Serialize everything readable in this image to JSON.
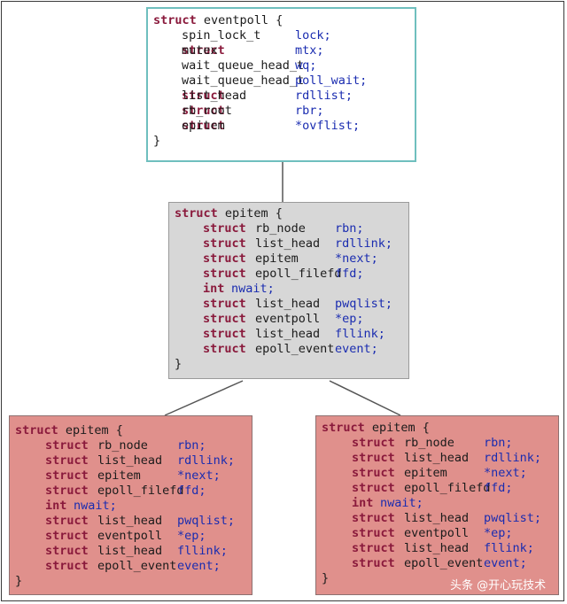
{
  "boxes": {
    "top": {
      "header": "struct eventpoll {",
      "footer": "}",
      "fields": [
        {
          "kw": "",
          "type": "spin_lock_t",
          "name": "lock;"
        },
        {
          "kw": "struct",
          "type": "mutex",
          "name": "mtx;"
        },
        {
          "kw": "",
          "type": "wait_queue_head_t",
          "name": "wq;"
        },
        {
          "kw": "",
          "type": "wait_queue_head_t",
          "name": "poll_wait;"
        },
        {
          "kw": "struct",
          "type": "list_head",
          "name": "rdllist;"
        },
        {
          "kw": "struct",
          "type": "rb_root",
          "name": "rbr;"
        },
        {
          "kw": "struct",
          "type": "epitem",
          "name": "*ovflist;"
        }
      ]
    },
    "mid": {
      "header": "struct epitem {",
      "footer": "}",
      "fields": [
        {
          "kw": "struct",
          "type": "rb_node",
          "name": "rbn;"
        },
        {
          "kw": "struct",
          "type": "list_head",
          "name": "rdllink;"
        },
        {
          "kw": "struct",
          "type": "epitem",
          "name": "*next;"
        },
        {
          "kw": "struct",
          "type": "epoll_filefd",
          "name": "ffd;"
        },
        {
          "kw": "int",
          "type": "",
          "name": "nwait;"
        },
        {
          "kw": "struct",
          "type": "list_head",
          "name": "pwqlist;"
        },
        {
          "kw": "struct",
          "type": "eventpoll",
          "name": "*ep;"
        },
        {
          "kw": "struct",
          "type": "list_head",
          "name": "fllink;"
        },
        {
          "kw": "struct",
          "type": "epoll_event",
          "name": "event;"
        }
      ]
    },
    "left": {
      "header": "struct epitem {",
      "footer": "}",
      "fields": [
        {
          "kw": "struct",
          "type": "rb_node",
          "name": "rbn;"
        },
        {
          "kw": "struct",
          "type": "list_head",
          "name": "rdllink;"
        },
        {
          "kw": "struct",
          "type": "epitem",
          "name": "*next;"
        },
        {
          "kw": "struct",
          "type": "epoll_filefd",
          "name": "ffd;"
        },
        {
          "kw": "int",
          "type": "",
          "name": "nwait;"
        },
        {
          "kw": "struct",
          "type": "list_head",
          "name": "pwqlist;"
        },
        {
          "kw": "struct",
          "type": "eventpoll",
          "name": "*ep;"
        },
        {
          "kw": "struct",
          "type": "list_head",
          "name": "fllink;"
        },
        {
          "kw": "struct",
          "type": "epoll_event",
          "name": "event;"
        }
      ]
    },
    "right": {
      "header": "struct epitem {",
      "footer": "}",
      "fields": [
        {
          "kw": "struct",
          "type": "rb_node",
          "name": "rbn;"
        },
        {
          "kw": "struct",
          "type": "list_head",
          "name": "rdllink;"
        },
        {
          "kw": "struct",
          "type": "epitem",
          "name": "*next;"
        },
        {
          "kw": "struct",
          "type": "epoll_filefd",
          "name": "ffd;"
        },
        {
          "kw": "int",
          "type": "",
          "name": "nwait;"
        },
        {
          "kw": "struct",
          "type": "list_head",
          "name": "pwqlist;"
        },
        {
          "kw": "struct",
          "type": "eventpoll",
          "name": "*ep;"
        },
        {
          "kw": "struct",
          "type": "list_head",
          "name": "fllink;"
        },
        {
          "kw": "struct",
          "type": "epoll_event",
          "name": "event;"
        }
      ]
    }
  },
  "colors": {
    "keyword": "#8a1a3c",
    "field": "#1a2cb0",
    "top_border": "#6fbfbe",
    "mid_fill": "#d7d7d7",
    "child_fill": "#e0908c"
  },
  "watermark": "头条 @开心玩技术"
}
